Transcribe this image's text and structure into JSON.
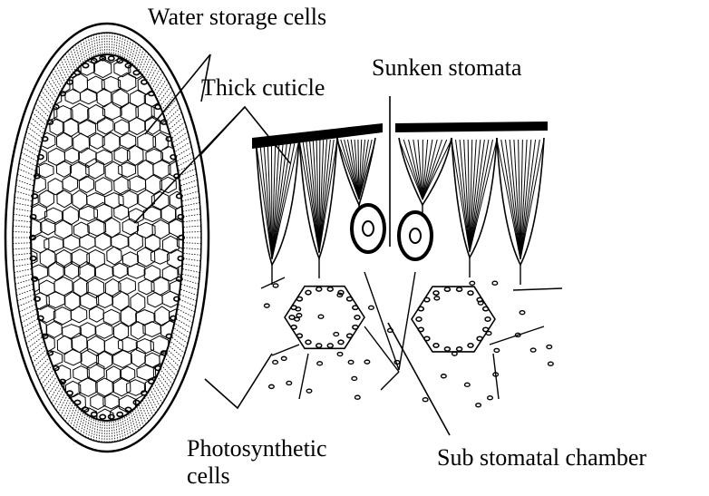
{
  "labels": {
    "water_storage": "Water storage cells",
    "thick_cuticle": "Thick cuticle",
    "sunken_stomata": "Sunken stomata",
    "photosynthetic_line1": "Photosynthetic",
    "photosynthetic_line2": "cells",
    "sub_stomatal": "Sub stomatal chamber"
  },
  "colors": {
    "ink": "#000000",
    "paper": "#ffffff"
  }
}
